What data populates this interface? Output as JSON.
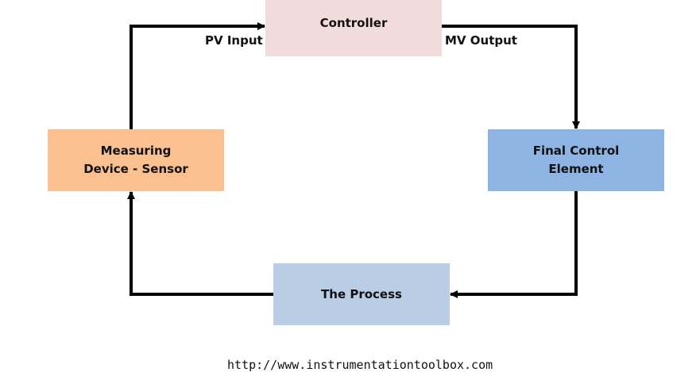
{
  "diagram": {
    "nodes": {
      "controller": {
        "lines": [
          "Controller"
        ],
        "color": "#f2dcdb"
      },
      "final_control_element": {
        "lines": [
          "Final Control",
          "Element"
        ],
        "color": "#8eb4e3"
      },
      "process": {
        "lines": [
          "The Process"
        ],
        "color": "#b9cde5"
      },
      "measuring_device": {
        "lines": [
          "Measuring",
          "Device - Sensor"
        ],
        "color": "#fac090"
      }
    },
    "edges": [
      {
        "from": "measuring_device",
        "to": "controller",
        "label": "PV Input"
      },
      {
        "from": "controller",
        "to": "final_control_element",
        "label": "MV Output"
      },
      {
        "from": "final_control_element",
        "to": "process",
        "label": ""
      },
      {
        "from": "process",
        "to": "measuring_device",
        "label": ""
      }
    ]
  },
  "footer": {
    "url": "http://www.instrumentationtoolbox.com"
  }
}
